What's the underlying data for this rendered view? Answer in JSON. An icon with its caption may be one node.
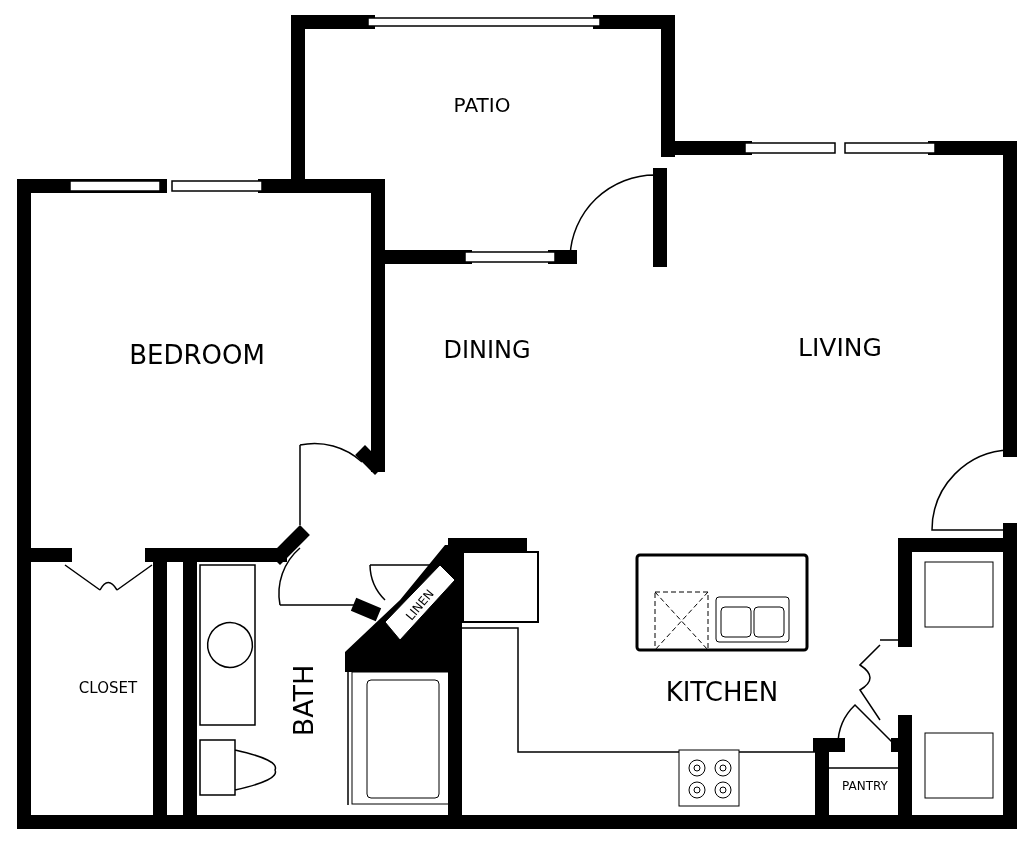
{
  "diagram": {
    "labels": [
      "PATIO",
      "BEDROOM",
      "DINING",
      "LIVING",
      "CLOSET",
      "BATH",
      "LINEN",
      "KITCHEN",
      "PANTRY"
    ]
  }
}
